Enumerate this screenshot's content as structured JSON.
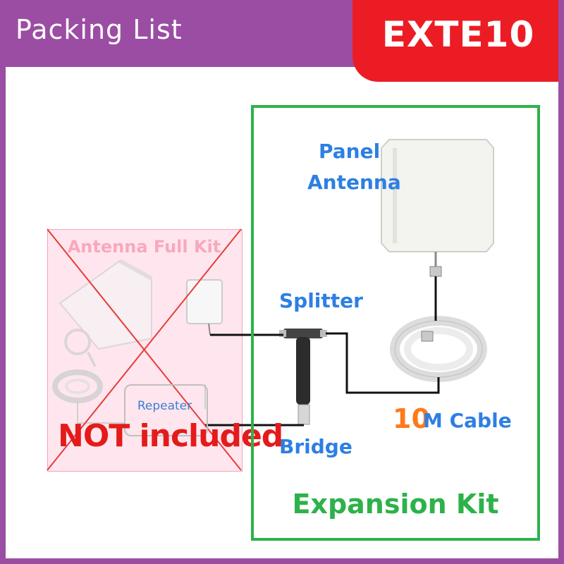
{
  "header": {
    "title": "Packing List",
    "model": "EXTE10"
  },
  "excluded": {
    "title": "Antenna Full Kit",
    "repeater_label": "Repeater",
    "status": "NOT included"
  },
  "kit": {
    "label": "Expansion Kit",
    "panel_label_line1": "Panel",
    "panel_label_line2": "Antenna",
    "splitter_label": "Splitter",
    "bridge_label": "Bridge",
    "cable_length": "10",
    "cable_label": "M Cable"
  },
  "colors": {
    "header": "#9b4da3",
    "badge": "#ec1c24",
    "kit_border": "#2db24a",
    "label_blue": "#2d7fe3",
    "accent_orange": "#ff7a1c",
    "not_included_red": "#e41b1b"
  }
}
